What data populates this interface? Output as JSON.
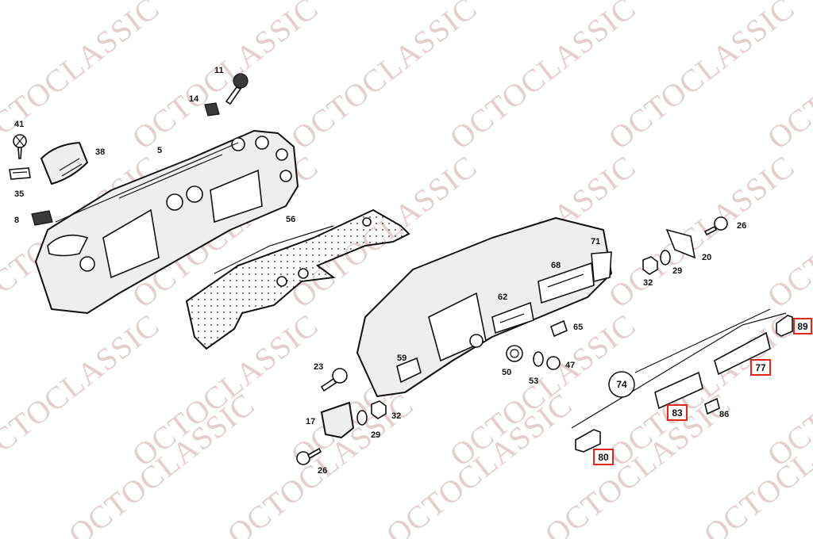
{
  "watermark": "OCTOCLASSIC",
  "colors": {
    "highlight": "#e8251b",
    "watermark": "#e4cfcf",
    "line": "#111111"
  },
  "labels": {
    "p11": "11",
    "p14": "14",
    "p41": "41",
    "p38": "38",
    "p5": "5",
    "p35": "35",
    "p8": "8",
    "p56": "56",
    "p71": "71",
    "p68": "68",
    "p62": "62",
    "p65": "65",
    "p59": "59",
    "p50": "50",
    "p53": "53",
    "p47": "47",
    "p23": "23",
    "p17": "17",
    "p32a": "32",
    "p29a": "29",
    "p26a": "26",
    "p26b": "26",
    "p20": "20",
    "p29b": "29",
    "p32b": "32",
    "p74": "74",
    "p77": "77",
    "p83": "83",
    "p86": "86",
    "p80": "80",
    "p89": "89"
  }
}
